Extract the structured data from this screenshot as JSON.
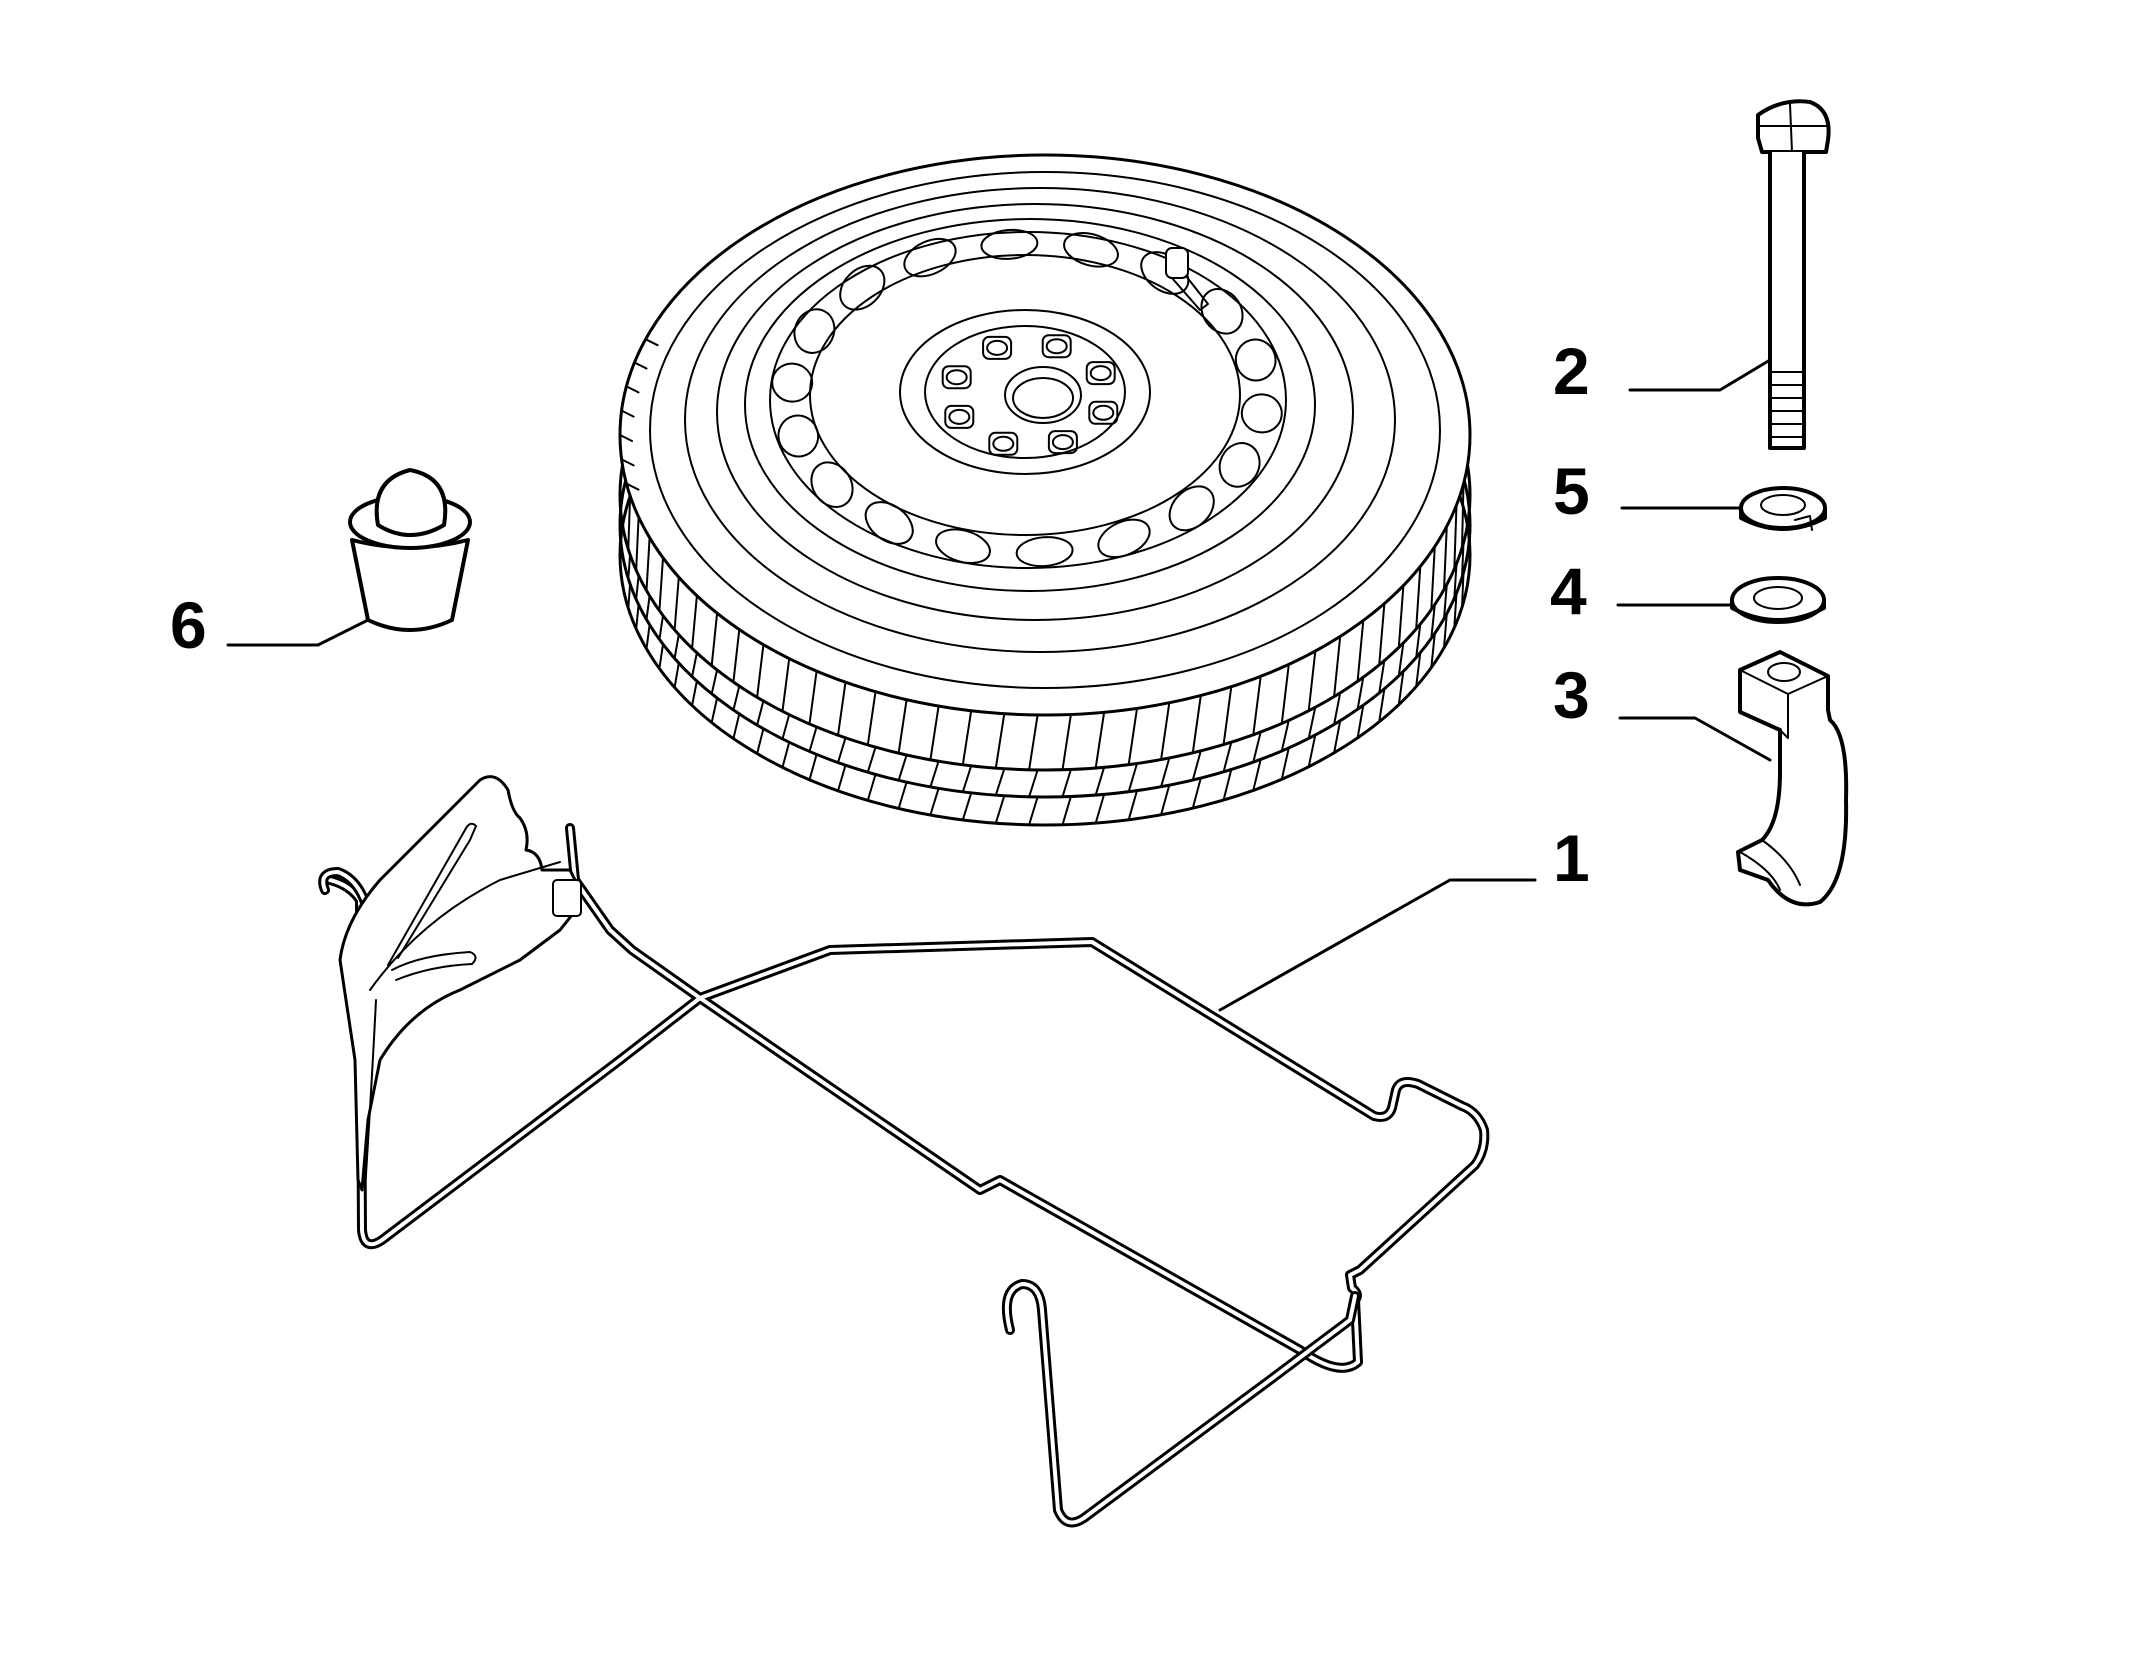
{
  "diagram": {
    "callouts": [
      {
        "id": "1",
        "label": "1",
        "part": "spare-wheel-bracket"
      },
      {
        "id": "2",
        "label": "2",
        "part": "bolt"
      },
      {
        "id": "3",
        "label": "3",
        "part": "clamp"
      },
      {
        "id": "4",
        "label": "4",
        "part": "washer"
      },
      {
        "id": "5",
        "label": "5",
        "part": "lock-washer"
      },
      {
        "id": "6",
        "label": "6",
        "part": "rubber-buffer"
      }
    ],
    "colors": {
      "line": "#000000",
      "background": "#ffffff"
    }
  }
}
